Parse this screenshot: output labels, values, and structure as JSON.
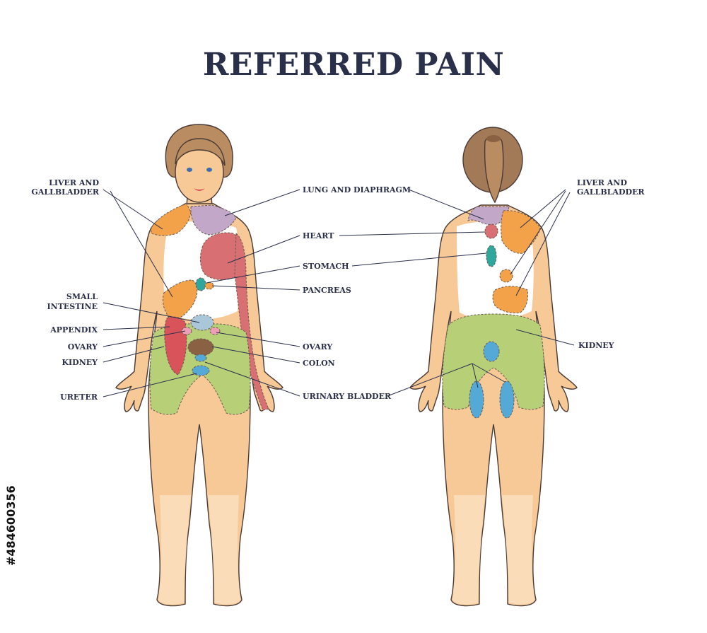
{
  "title": "REFERRED PAIN",
  "stock_id": "#484600356",
  "colors": {
    "skin": "#f6c996",
    "skin_light": "#fbe3c3",
    "hair_front": "#b98c62",
    "hair_back": "#a37a58",
    "liver_gallbladder": "#f3a24a",
    "lung_diaphragm": "#c2a7c8",
    "heart": "#d86f73",
    "stomach": "#d86f73",
    "pancreas": "#f3a24a",
    "small_intestine": "#a9c7d8",
    "appendix": "#d9535a",
    "ovary": "#ef9fb5",
    "kidney": "#b7d078",
    "colon": "#8a6143",
    "urinary_bladder": "#55a9d6",
    "ureter": "#55a9d6",
    "stomach_back": "#2fa79c",
    "text": "#2a2f4a"
  },
  "front_labels": {
    "liver_gallbladder_1": "LIVER AND",
    "liver_gallbladder_2": "GALLBLADDER",
    "small_intestine_1": "SMALL",
    "small_intestine_2": "INTESTINE",
    "appendix": "APPENDIX",
    "ovary": "OVARY",
    "kidney": "KIDNEY",
    "ureter": "URETER"
  },
  "center_labels": {
    "lung_diaphragm": "LUNG AND DIAPHRAGM",
    "heart": "HEART",
    "stomach": "STOMACH",
    "pancreas": "PANCREAS",
    "ovary": "OVARY",
    "colon": "COLON",
    "urinary_bladder": "URINARY BLADDER"
  },
  "back_labels": {
    "liver_gallbladder_1": "LIVER AND",
    "liver_gallbladder_2": "GALLBLADDER",
    "kidney": "KIDNEY"
  }
}
